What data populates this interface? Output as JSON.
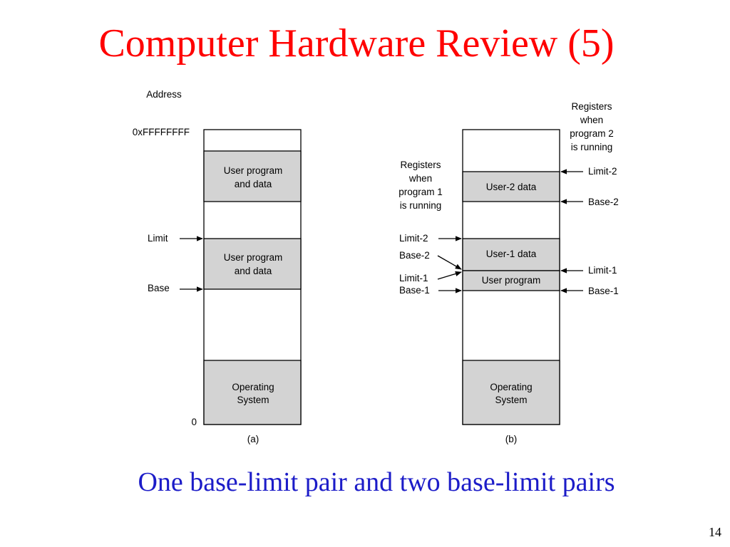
{
  "slide": {
    "title": "Computer Hardware Review (5)",
    "subtitle": "One base-limit pair and two base-limit pairs",
    "page_number": "14",
    "title_color": "#ff0000",
    "subtitle_color": "#1c1cc8"
  },
  "diagram": {
    "segment_fill": "#d3d3d3",
    "address_header": "Address",
    "top_address": "0xFFFFFFFF",
    "bottom_address": "0",
    "a": {
      "caption": "(a)",
      "segment1": [
        "User program",
        "and data"
      ],
      "segment2": [
        "User program",
        "and data"
      ],
      "os": [
        "Operating",
        "System"
      ],
      "limit_label": "Limit",
      "base_label": "Base"
    },
    "b": {
      "caption": "(b)",
      "user2_data": "User-2 data",
      "user1_data": "User-1 data",
      "user_program": "User program",
      "os": [
        "Operating",
        "System"
      ],
      "left_note": [
        "Registers",
        "when",
        "program 1",
        "is running"
      ],
      "right_note": [
        "Registers",
        "when",
        "program 2",
        "is running"
      ],
      "left_labels": {
        "limit2": "Limit-2",
        "base2": "Base-2",
        "limit1": "Limit-1",
        "base1": "Base-1"
      },
      "right_labels": {
        "limit2": "Limit-2",
        "base2": "Base-2",
        "limit1": "Limit-1",
        "base1": "Base-1"
      }
    }
  }
}
